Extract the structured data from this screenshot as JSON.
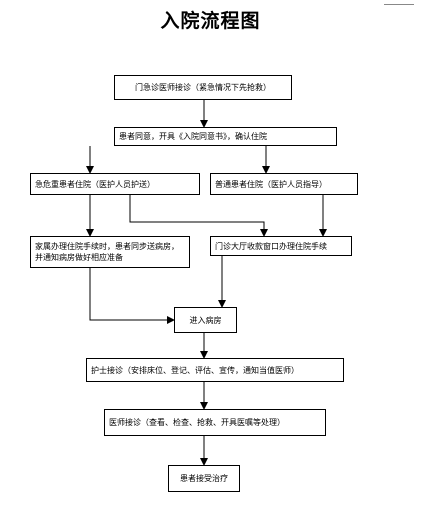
{
  "title": "入院流程图",
  "nodes": {
    "outpatient": "门急诊医师接诊（紧急情况下先抢救）",
    "consent": "患者同意，开具《入院同意书》，确认住院",
    "critical": "急危重患者住院（医护人员护送）",
    "normal": "普通患者住院（医护人员指导）",
    "family": "家属办理住院手续时，患者同步送病房，并通知病房做好相应准备",
    "cashier": "门诊大厅收款窗口办理住院手续",
    "ward": "进入病房",
    "nurse": "护士接诊（安排床位、登记、评估、宣传，通知当值医师）",
    "doctor": "医师接诊（查看、检查、抢救、开具医嘱等处理）",
    "treatment": "患者接受治疗"
  }
}
